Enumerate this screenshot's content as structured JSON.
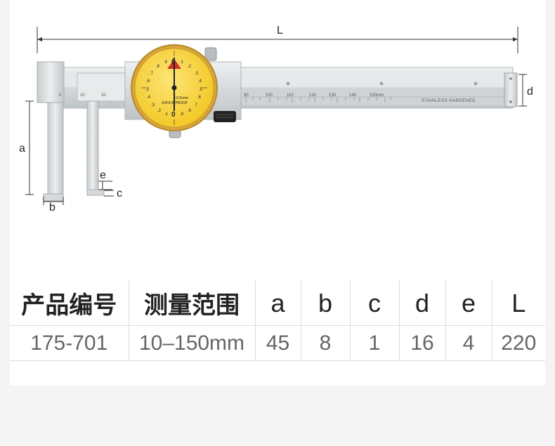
{
  "dimension_labels": {
    "L": "L",
    "a": "a",
    "b": "b",
    "c": "c",
    "d": "d",
    "e": "e"
  },
  "dial": {
    "numbers_top": [
      ".9",
      ".8",
      ".7",
      ".6",
      ".5",
      ".4",
      ".3",
      ".2",
      ".1",
      "0",
      ".1",
      ".2",
      ".3",
      ".4",
      ".5",
      ".6",
      ".7",
      ".8",
      ".9"
    ],
    "zero_top": "0",
    "zero_bottom": "0",
    "resolution": "0.01mm",
    "shock_text": "SHOCK-PROOF"
  },
  "beam": {
    "scale_numbers": [
      "0",
      "10",
      "20",
      "90",
      "100",
      "110",
      "120",
      "130",
      "140",
      "150mm"
    ],
    "engraving": "STAINLESS HARDENED"
  },
  "table": {
    "headers": [
      "产品编号",
      "测量范围",
      "a",
      "b",
      "c",
      "d",
      "e",
      "L"
    ],
    "row": [
      "175-701",
      "10–150mm",
      "45",
      "8",
      "1",
      "16",
      "4",
      "220"
    ]
  },
  "colors": {
    "dial_face": "#f7d23a",
    "bezel": "#d9a93c",
    "steel": "#d8dcde",
    "background": "#f4f4f4"
  }
}
